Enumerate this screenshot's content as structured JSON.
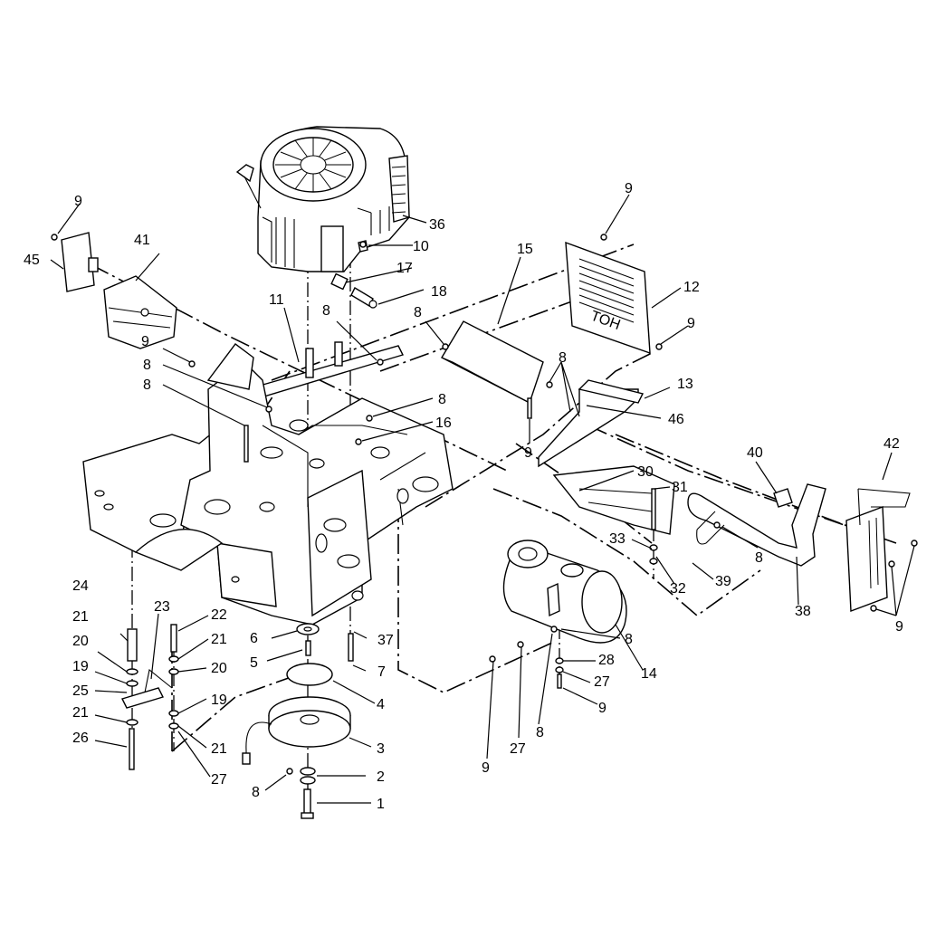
{
  "callouts": [
    {
      "id": "c1",
      "text": "1"
    },
    {
      "id": "c2",
      "text": "2"
    },
    {
      "id": "c3",
      "text": "3"
    },
    {
      "id": "c4",
      "text": "4"
    },
    {
      "id": "c5",
      "text": "5"
    },
    {
      "id": "c6",
      "text": "6"
    },
    {
      "id": "c7",
      "text": "7"
    },
    {
      "id": "c8a",
      "text": "8"
    },
    {
      "id": "c8b",
      "text": "8"
    },
    {
      "id": "c8c",
      "text": "8"
    },
    {
      "id": "c8d",
      "text": "8"
    },
    {
      "id": "c8e",
      "text": "8"
    },
    {
      "id": "c8f",
      "text": "8"
    },
    {
      "id": "c8g",
      "text": "8"
    },
    {
      "id": "c8h",
      "text": "8"
    },
    {
      "id": "c8i",
      "text": "8"
    },
    {
      "id": "c8j",
      "text": "8"
    },
    {
      "id": "c9a",
      "text": "9"
    },
    {
      "id": "c9b",
      "text": "9"
    },
    {
      "id": "c9c",
      "text": "9"
    },
    {
      "id": "c9d",
      "text": "9"
    },
    {
      "id": "c9e",
      "text": "9"
    },
    {
      "id": "c9f",
      "text": "9"
    },
    {
      "id": "c9g",
      "text": "9"
    },
    {
      "id": "c9h",
      "text": "9"
    },
    {
      "id": "c10",
      "text": "10"
    },
    {
      "id": "c11",
      "text": "11"
    },
    {
      "id": "c12",
      "text": "12"
    },
    {
      "id": "c13",
      "text": "13"
    },
    {
      "id": "c14",
      "text": "14"
    },
    {
      "id": "c15",
      "text": "15"
    },
    {
      "id": "c16",
      "text": "16"
    },
    {
      "id": "c17",
      "text": "17"
    },
    {
      "id": "c18",
      "text": "18"
    },
    {
      "id": "c19a",
      "text": "19"
    },
    {
      "id": "c19b",
      "text": "19"
    },
    {
      "id": "c20a",
      "text": "20"
    },
    {
      "id": "c20b",
      "text": "20"
    },
    {
      "id": "c21a",
      "text": "21"
    },
    {
      "id": "c21b",
      "text": "21"
    },
    {
      "id": "c21c",
      "text": "21"
    },
    {
      "id": "c21d",
      "text": "21"
    },
    {
      "id": "c22",
      "text": "22"
    },
    {
      "id": "c23",
      "text": "23"
    },
    {
      "id": "c24",
      "text": "24"
    },
    {
      "id": "c25",
      "text": "25"
    },
    {
      "id": "c26",
      "text": "26"
    },
    {
      "id": "c27a",
      "text": "27"
    },
    {
      "id": "c27b",
      "text": "27"
    },
    {
      "id": "c27c",
      "text": "27"
    },
    {
      "id": "c28",
      "text": "28"
    },
    {
      "id": "c30",
      "text": "30"
    },
    {
      "id": "c31",
      "text": "31"
    },
    {
      "id": "c32",
      "text": "32"
    },
    {
      "id": "c33",
      "text": "33"
    },
    {
      "id": "c36",
      "text": "36"
    },
    {
      "id": "c37",
      "text": "37"
    },
    {
      "id": "c38",
      "text": "38"
    },
    {
      "id": "c39",
      "text": "39"
    },
    {
      "id": "c40",
      "text": "40"
    },
    {
      "id": "c41",
      "text": "41"
    },
    {
      "id": "c42",
      "text": "42"
    },
    {
      "id": "c45",
      "text": "45"
    },
    {
      "id": "c46",
      "text": "46"
    }
  ],
  "embossed_text": {
    "heat_shield_logo": "TOH"
  },
  "colors": {
    "line": "#000000",
    "background": "#ffffff"
  }
}
